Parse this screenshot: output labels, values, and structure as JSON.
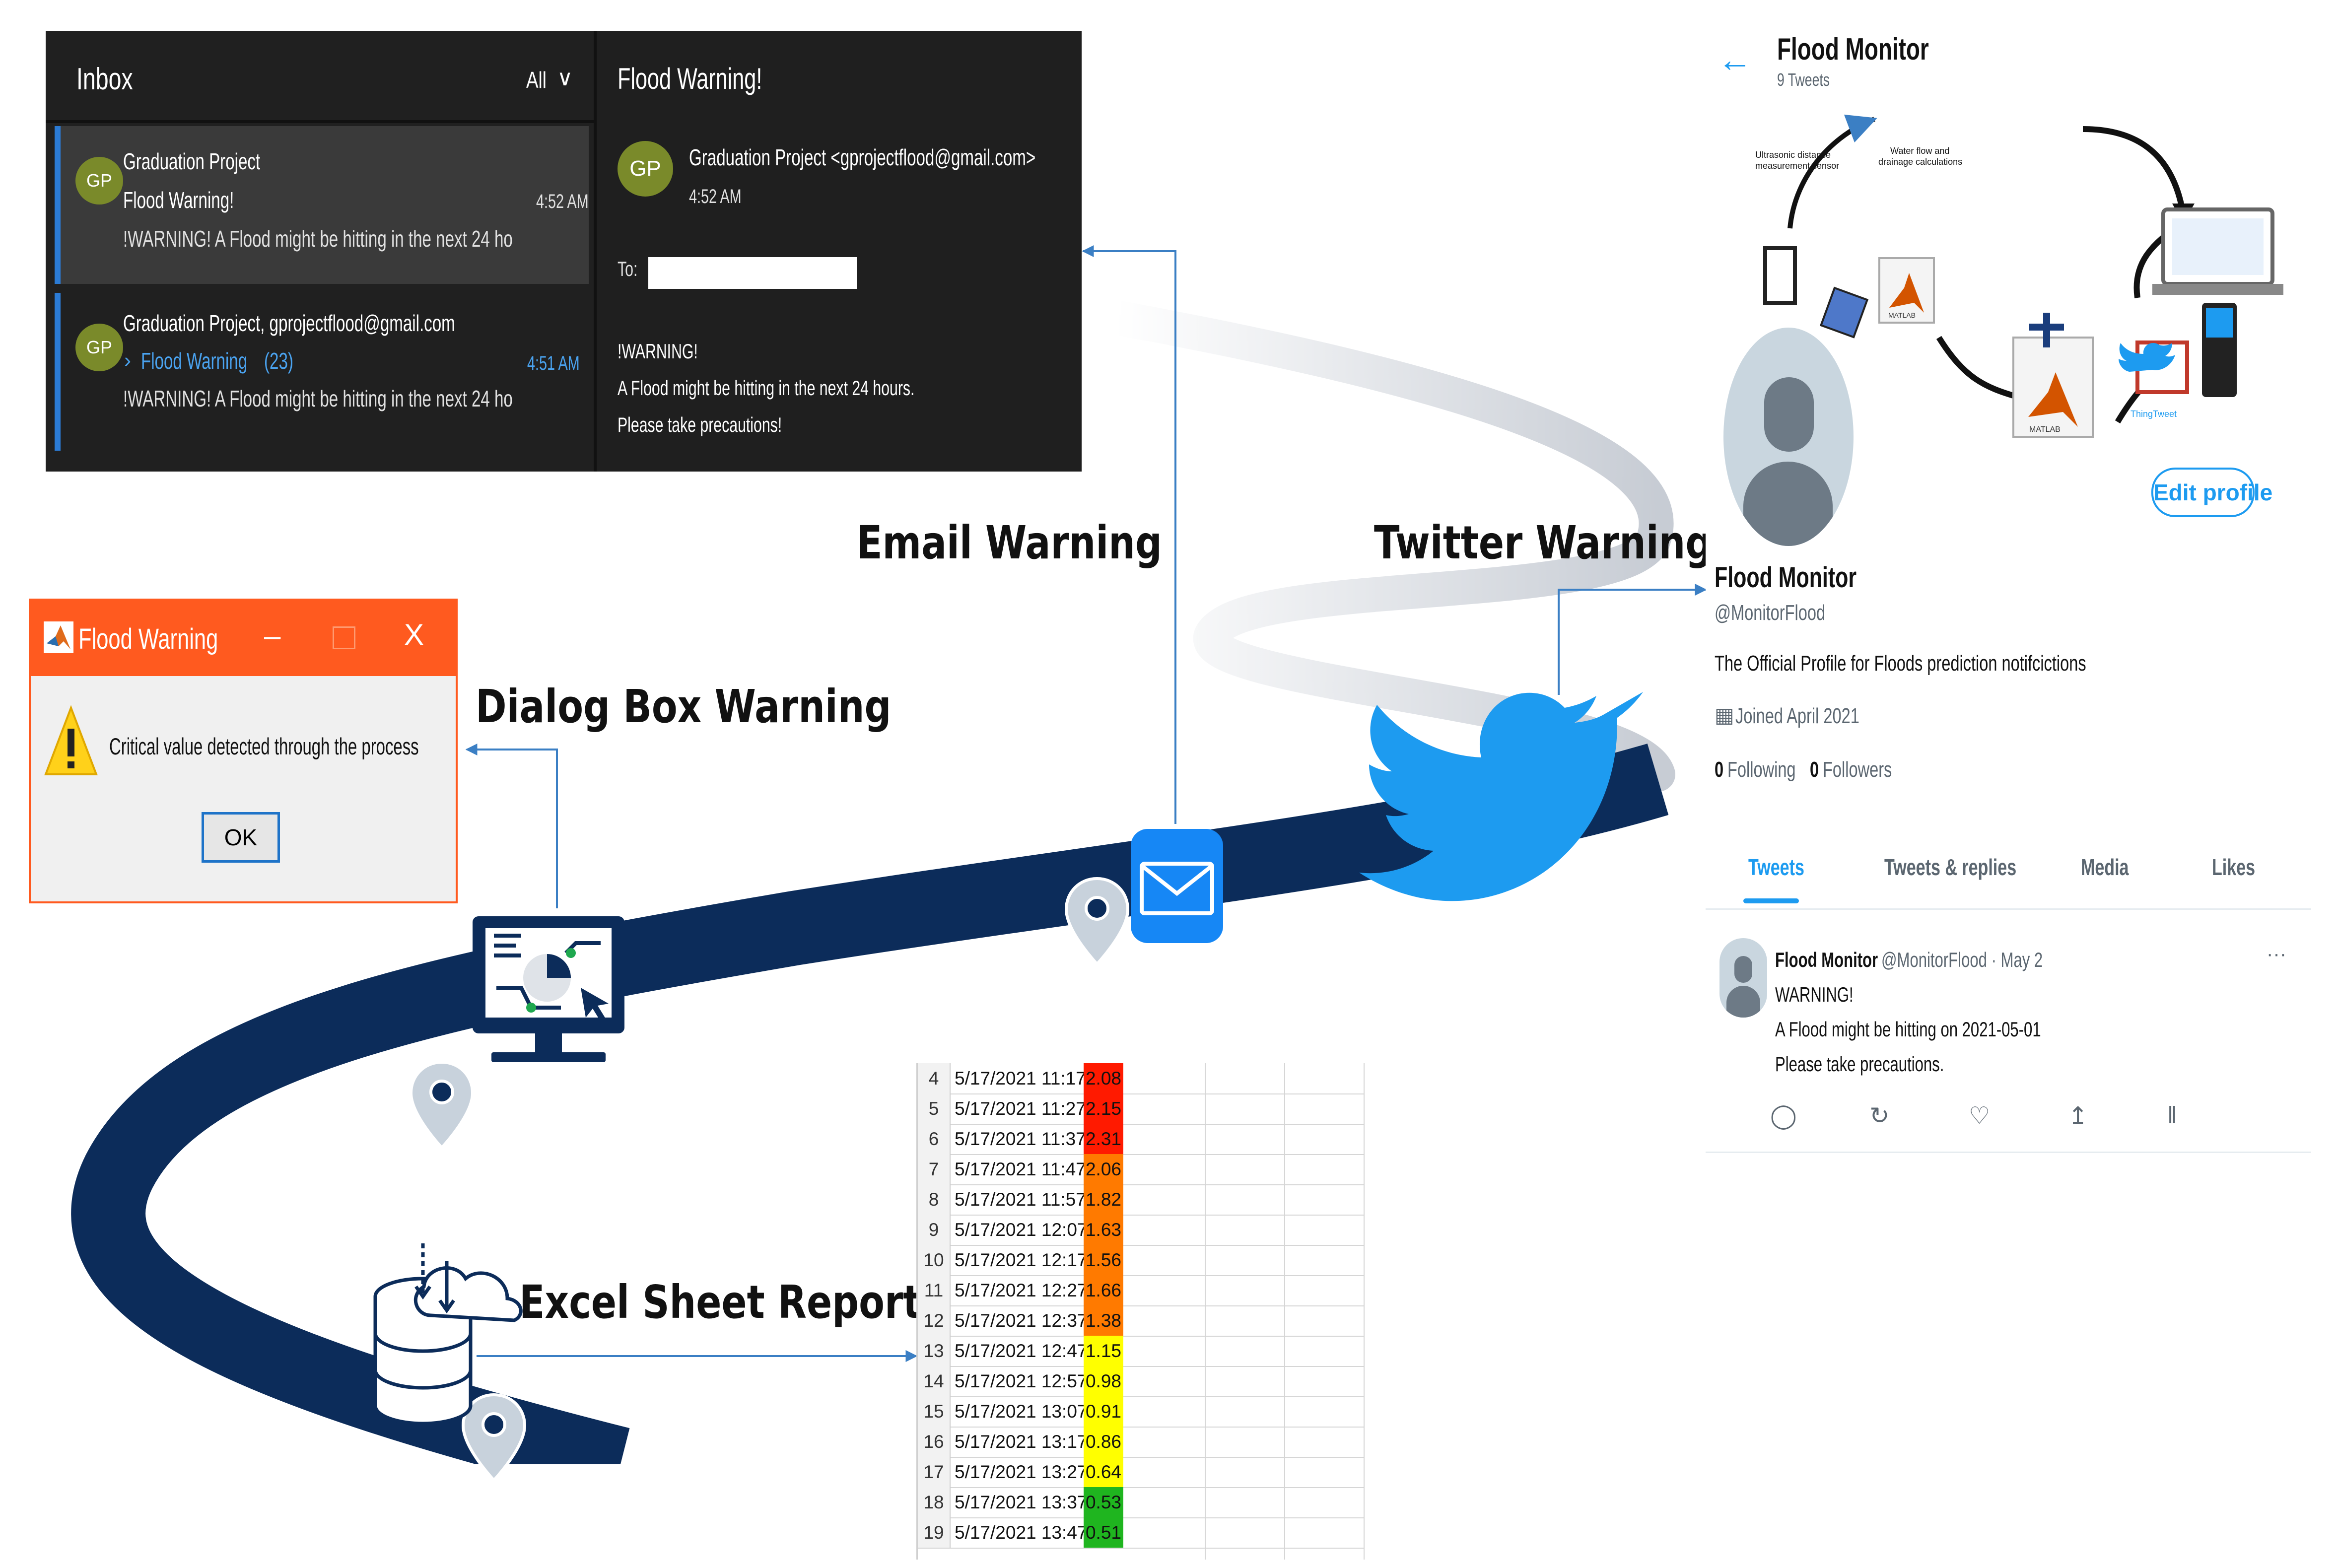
{
  "labels": {
    "email": "Email Warning",
    "twitter": "Twitter Warning",
    "dialog": "Dialog Box Warning",
    "excel": "Excel Sheet Report"
  },
  "email": {
    "inbox_title": "Inbox",
    "filter": "All",
    "items": [
      {
        "avatar": "GP",
        "sender": "Graduation Project",
        "subject": "Flood Warning!",
        "time": "4:52 AM",
        "preview": "!WARNING! A Flood might be hitting in the next 24 ho"
      },
      {
        "avatar": "GP",
        "sender": "Graduation Project, gprojectflood@gmail.com",
        "subject": "Flood Warning",
        "count": "(23)",
        "time": "4:51 AM",
        "preview": "!WARNING! A Flood might be hitting in the next 24 ho"
      }
    ],
    "reading": {
      "title": "Flood Warning!",
      "avatar": "GP",
      "from": "Graduation Project <gprojectflood@gmail.com>",
      "time": "4:52 AM",
      "to_label": "To:",
      "body": [
        "!WARNING!",
        "A Flood might be hitting in the next 24 hours.",
        "Please take precautions!"
      ]
    }
  },
  "dialog": {
    "title": "Flood Warning",
    "minimize": "–",
    "close": "X",
    "message": "Critical value detected through the process",
    "ok": "OK"
  },
  "twitter": {
    "name": "Flood Monitor",
    "tweet_count": "9 Tweets",
    "handle": "@MonitorFlood",
    "bio": "The Official Profile for Floods prediction notifcictions",
    "joined": "Joined April 2021",
    "following_count": "0",
    "following_label": "Following",
    "followers_count": "0",
    "followers_label": "Followers",
    "edit_profile": "Edit profile",
    "tabs": [
      "Tweets",
      "Tweets & replies",
      "Media",
      "Likes"
    ],
    "banner": {
      "sensor_label_1": "Ultrasonic distance",
      "sensor_label_2": "measurement sensor",
      "calc_label_1": "Water flow and",
      "calc_label_2": "drainage calculations",
      "matlab": "MATLAB",
      "thingtweet": "ThingTweet"
    },
    "tweet": {
      "name": "Flood Monitor",
      "meta": "@MonitorFlood · May 2",
      "more": "···",
      "lines": [
        "WARNING!",
        "A Flood might be hitting on 2021-05-01",
        "Please take precautions."
      ]
    },
    "accent": "#1d9bf0"
  },
  "excel": {
    "rows": [
      {
        "n": "4",
        "date": "5/17/2021 11:17",
        "value": "2.08",
        "color": "#ff1a00"
      },
      {
        "n": "5",
        "date": "5/17/2021 11:27",
        "value": "2.15",
        "color": "#ff1a00"
      },
      {
        "n": "6",
        "date": "5/17/2021 11:37",
        "value": "2.31",
        "color": "#ff1a00"
      },
      {
        "n": "7",
        "date": "5/17/2021 11:47",
        "value": "2.06",
        "color": "#ff7a00"
      },
      {
        "n": "8",
        "date": "5/17/2021 11:57",
        "value": "1.82",
        "color": "#ff7a00"
      },
      {
        "n": "9",
        "date": "5/17/2021 12:07",
        "value": "1.63",
        "color": "#ff7a00"
      },
      {
        "n": "10",
        "date": "5/17/2021 12:17",
        "value": "1.56",
        "color": "#ff7a00"
      },
      {
        "n": "11",
        "date": "5/17/2021 12:27",
        "value": "1.66",
        "color": "#ff7a00"
      },
      {
        "n": "12",
        "date": "5/17/2021 12:37",
        "value": "1.38",
        "color": "#ff7a00"
      },
      {
        "n": "13",
        "date": "5/17/2021 12:47",
        "value": "1.15",
        "color": "#ffff00"
      },
      {
        "n": "14",
        "date": "5/17/2021 12:57",
        "value": "0.98",
        "color": "#ffff00"
      },
      {
        "n": "15",
        "date": "5/17/2021 13:07",
        "value": "0.91",
        "color": "#ffff00"
      },
      {
        "n": "16",
        "date": "5/17/2021 13:17",
        "value": "0.86",
        "color": "#ffff00"
      },
      {
        "n": "17",
        "date": "5/17/2021 13:27",
        "value": "0.64",
        "color": "#ffff00"
      },
      {
        "n": "18",
        "date": "5/17/2021 13:37",
        "value": "0.53",
        "color": "#1fb51f"
      },
      {
        "n": "19",
        "date": "5/17/2021 13:47",
        "value": "0.51",
        "color": "#1fb51f"
      }
    ]
  },
  "colors": {
    "road": "#0c2c5a",
    "arrow": "#3b7fc4",
    "pin": "#c8d2dc"
  }
}
